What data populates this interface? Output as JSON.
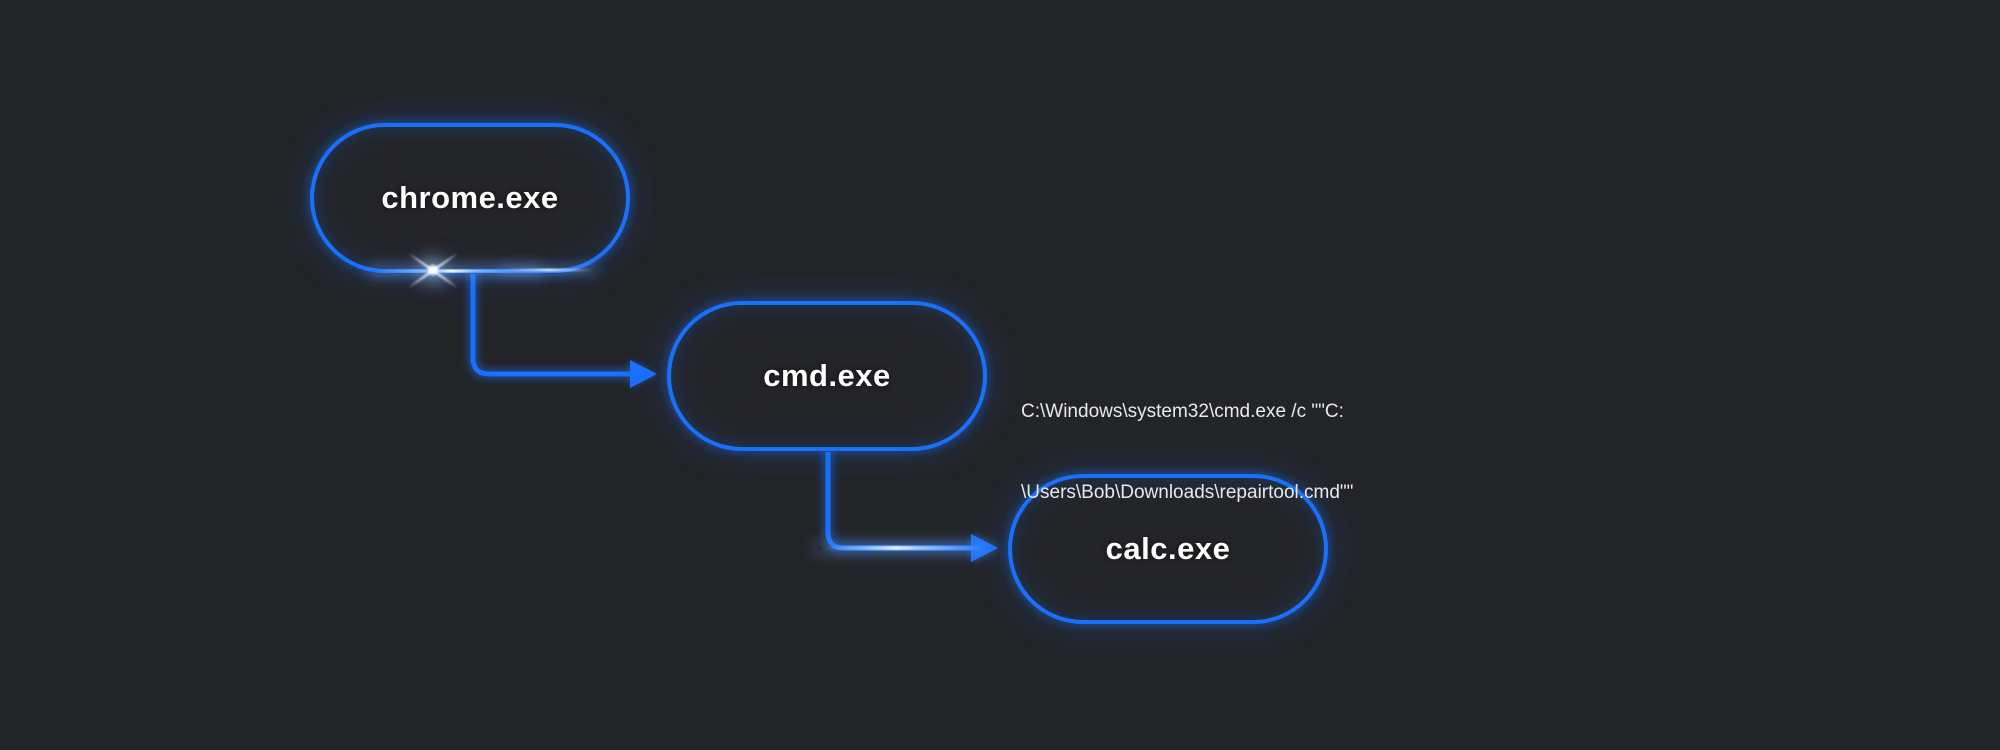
{
  "diagram": {
    "type": "process-tree",
    "nodes": [
      {
        "id": "chrome",
        "label": "chrome.exe"
      },
      {
        "id": "cmd",
        "label": "cmd.exe"
      },
      {
        "id": "calc",
        "label": "calc.exe"
      }
    ],
    "edges": [
      {
        "from": "chrome",
        "to": "cmd"
      },
      {
        "from": "cmd",
        "to": "calc"
      }
    ],
    "annotation": {
      "full_text": "C:\\Windows\\system32\\cmd.exe /c \"\"C:\\Users\\Bob\\Downloads\\repairtool.cmd\"\"",
      "lines": [
        "C:\\Windows\\system32\\cmd.exe /c \"\"C:",
        "\\Users\\Bob\\Downloads\\repairtool.cmd\"\""
      ]
    },
    "colors": {
      "background": "#232428",
      "accent": "#1a70f8",
      "node_text": "#ffffff",
      "annotation_text": "#e8e9eb"
    }
  }
}
